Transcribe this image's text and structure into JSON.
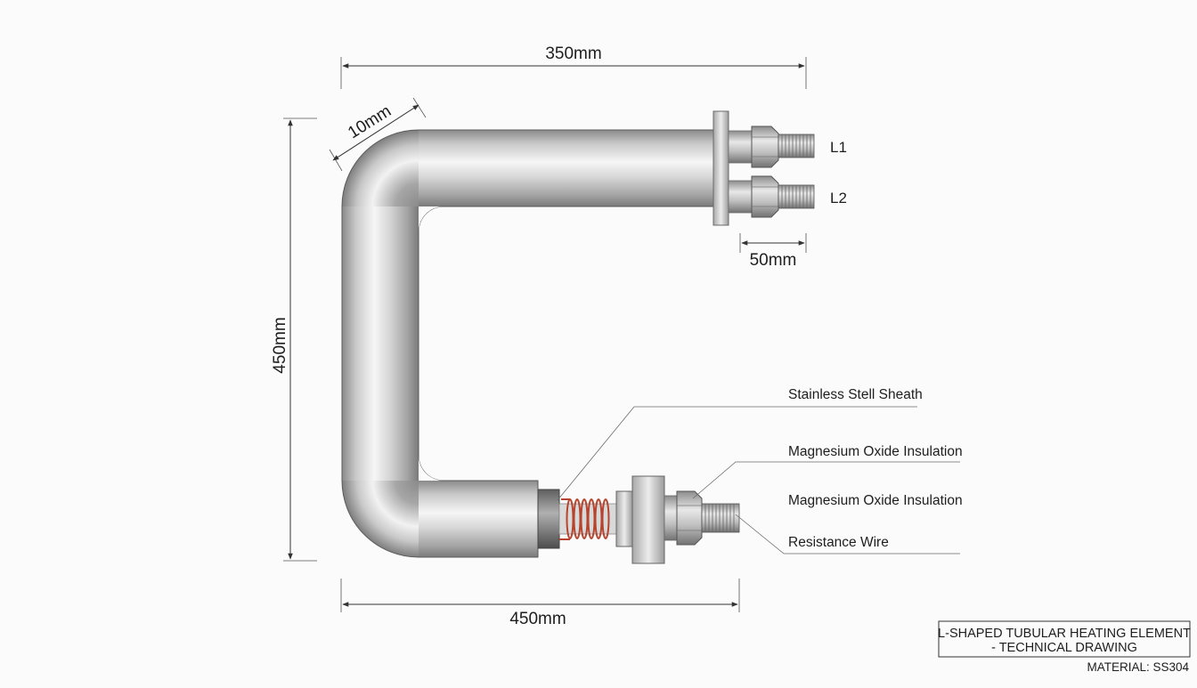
{
  "dimensions": {
    "top_width": "350mm",
    "diameter": "10mm",
    "height": "450mm",
    "terminal_spacing": "50mm",
    "bottom_width": "450mm"
  },
  "terminals": {
    "l1": "L1",
    "l2": "L2"
  },
  "callouts": [
    "Stainless Stell Sheath",
    "Magnesium Oxide Insulation",
    "Magnesium Oxide Insulation",
    "Resistance Wire"
  ],
  "title_block": {
    "line1": "L-SHAPED TUBULAR HEATING ELEMENT",
    "line2": "- TECHNICAL DRAWING",
    "material": "MATERIAL: SS304"
  },
  "colors": {
    "steel_light": "#f4f4f4",
    "steel_mid": "#bdbdbd",
    "steel_dark": "#7e7e7e",
    "coil": "#b5452e",
    "line": "#333333"
  }
}
